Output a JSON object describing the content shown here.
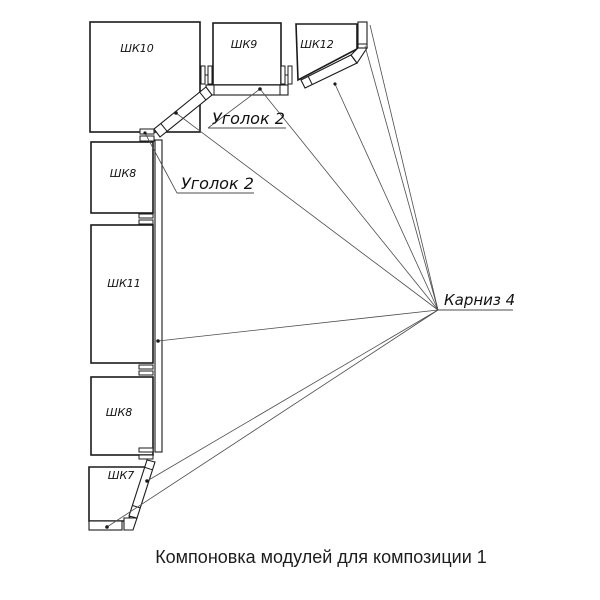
{
  "page": {
    "background": "#ffffff",
    "caption": "Компоновка модулей для композиции 1"
  },
  "colors": {
    "outline": "#1b1b1b",
    "leader": "#4d4d4d",
    "text": "#111111"
  },
  "modules": {
    "shk10": "ШК10",
    "shk9": "ШК9",
    "shk12": "ШК12",
    "shk8_top": "ШК8",
    "shk11": "ШК11",
    "shk8_bottom": "ШК8",
    "shk7": "ШК7"
  },
  "callouts": {
    "corner_top": "Уголок 2",
    "corner_left": "Уголок 2",
    "cornice": "Карниз 4"
  }
}
